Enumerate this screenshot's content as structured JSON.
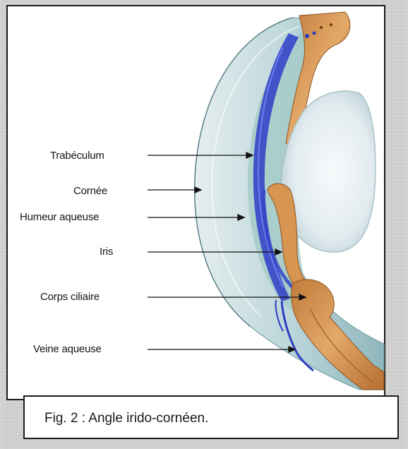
{
  "figure": {
    "caption": "Fig. 2 : Angle irido-cornéen."
  },
  "labels": [
    {
      "id": "trabeculum",
      "text": "Trabéculum"
    },
    {
      "id": "cornee",
      "text": "Cornée"
    },
    {
      "id": "humeur-aqueuse",
      "text": "Humeur aqueuse"
    },
    {
      "id": "iris",
      "text": "Iris"
    },
    {
      "id": "corps-ciliaire",
      "text": "Corps ciliaire"
    },
    {
      "id": "veine-aqueuse",
      "text": "Veine aqueuse"
    }
  ],
  "colors": {
    "sclera": "#d99a55",
    "vessel_blue": "#3b4fd0",
    "cornea": "#b7d3d6",
    "lens": "#e8eff2",
    "aqueous": "#9ec7c5"
  }
}
